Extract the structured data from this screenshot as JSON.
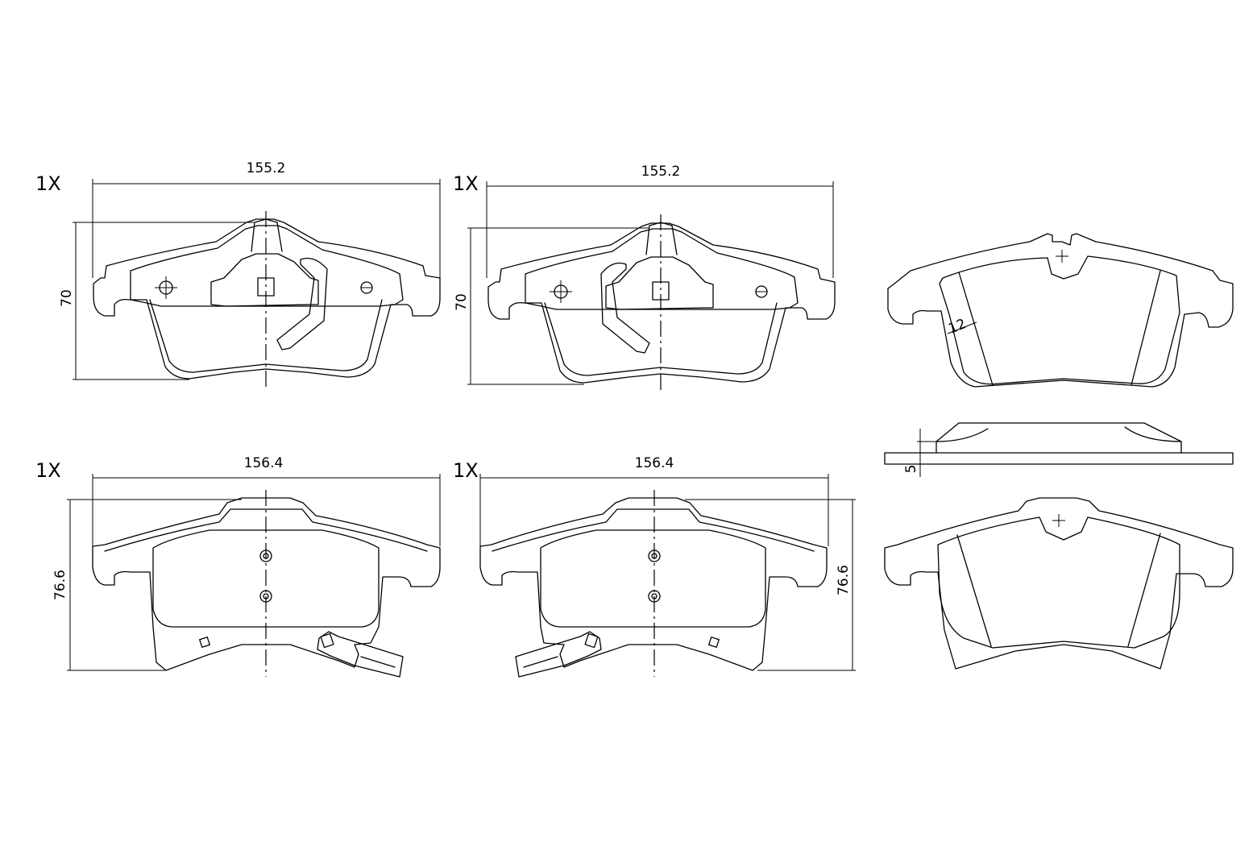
{
  "quantities": {
    "top_left": "1X",
    "top_right": "1X",
    "bottom_left": "1X",
    "bottom_right": "1X"
  },
  "dimensions": {
    "top_width_left": "155.2",
    "top_width_right": "155.2",
    "top_height_left": "70",
    "top_height_right": "70",
    "bottom_width_left": "156.4",
    "bottom_width_right": "156.4",
    "bottom_height_left": "76.6",
    "bottom_height_right": "76.6",
    "chamfer": "12",
    "thickness": "5"
  }
}
